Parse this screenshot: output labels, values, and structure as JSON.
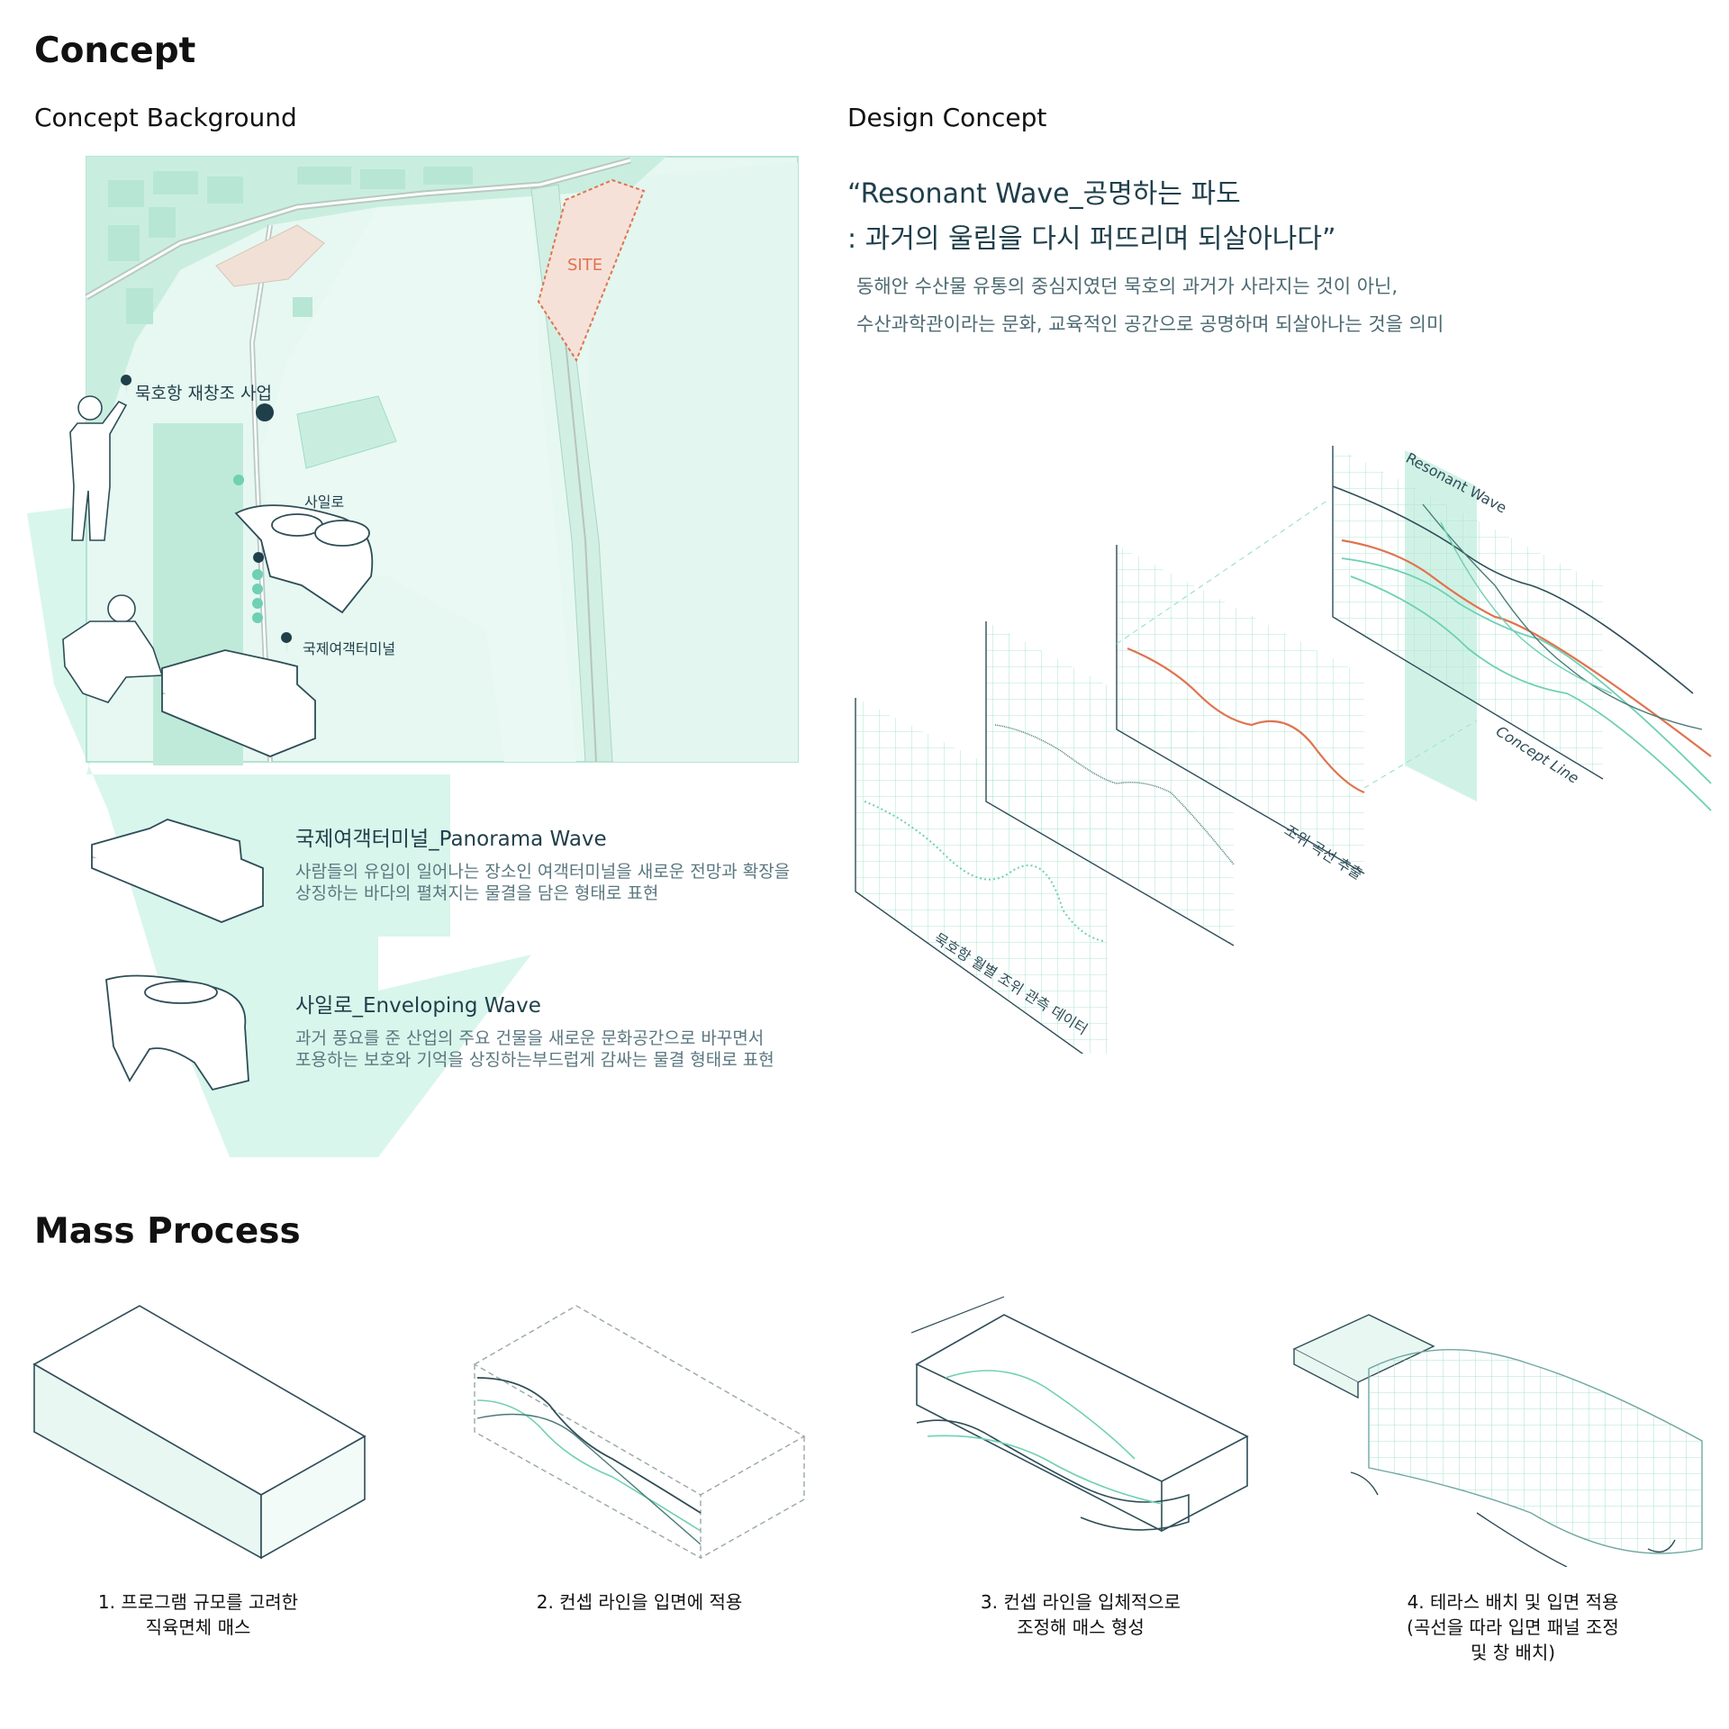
{
  "sections": {
    "concept_title": "Concept",
    "concept_background": "Concept Background",
    "design_concept": "Design Concept",
    "mass_process": "Mass Process"
  },
  "quote": {
    "line1": "“Resonant Wave_공명하는 파도",
    "line2": ": 과거의 울림을 다시 퍼뜨리며 되살아나다”"
  },
  "description": {
    "line1": "동해안 수산물 유통의 중심지였던 묵호의 과거가 사라지는 것이 아닌,",
    "line2": "수산과학관이라는 문화, 교육적인 공간으로 공명하며 되살아나는 것을 의미"
  },
  "map": {
    "site_label": "SITE",
    "marker_project": "묵호항 재창조 사업",
    "marker_sailo": "사일로",
    "marker_terminal": "국제여객터미널"
  },
  "waves": [
    {
      "title": "국제여객터미널_Panorama Wave",
      "desc1": "사람들의 유입이 일어나는 장소인 여객터미널을 새로운 전망과 확장을",
      "desc2": "상징하는 바다의 펼쳐지는 물결을 담은 형태로 표현"
    },
    {
      "title": "사일로_Enveloping Wave",
      "desc1": "과거 풍요를 준 산업의 주요 건물을 새로운 문화공간으로 바꾸면서",
      "desc2": "포용하는 보호와 기억을 상징하는부드럽게  감싸는 물결 형태로 표현"
    }
  ],
  "diagram_labels": {
    "panel1": "묵호항 월별 조위 관측 데이터",
    "panel2": "조위 곡선 추출",
    "resonant": "Resonant Wave",
    "concept_line": "Concept Line"
  },
  "steps": [
    {
      "line1": "1. 프로그램  규모를 고려한",
      "line2": "직육면체 매스",
      "line3": ""
    },
    {
      "line1": "2. 컨셉 라인을 입면에 적용",
      "line2": "",
      "line3": ""
    },
    {
      "line1": "3. 컨셉 라인을 입체적으로",
      "line2": "조정해 매스 형성",
      "line3": ""
    },
    {
      "line1": "4. 테라스 배치 및 입면 적용",
      "line2": "(곡선을 따라 입면 패널 조정",
      "line3": "및 창 배치)"
    }
  ],
  "colors": {
    "mint": "#d6f5ea",
    "mint_dark": "#9fdcc6",
    "navy": "#1f3f4a",
    "accent": "#e0734f",
    "grid": "#8fdcc3"
  }
}
